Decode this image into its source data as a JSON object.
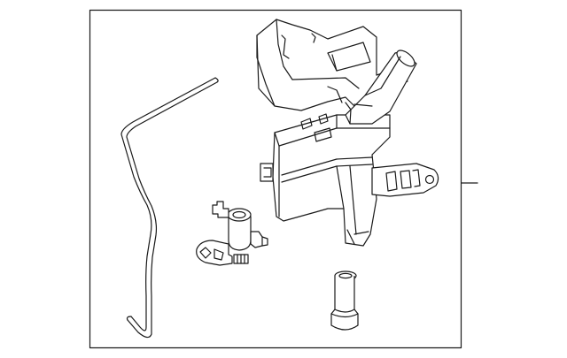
{
  "diagram": {
    "kind": "exploded-parts-illustration",
    "colors": {
      "line": "#1a1a1a",
      "background": "#ffffff"
    },
    "parts": [
      {
        "name": "washer-hose",
        "label": ""
      },
      {
        "name": "washer-pump",
        "label": ""
      },
      {
        "name": "washer-reservoir",
        "label": ""
      },
      {
        "name": "filler-neck",
        "label": ""
      },
      {
        "name": "reservoir-grommet",
        "label": ""
      }
    ],
    "callout_label": ""
  }
}
